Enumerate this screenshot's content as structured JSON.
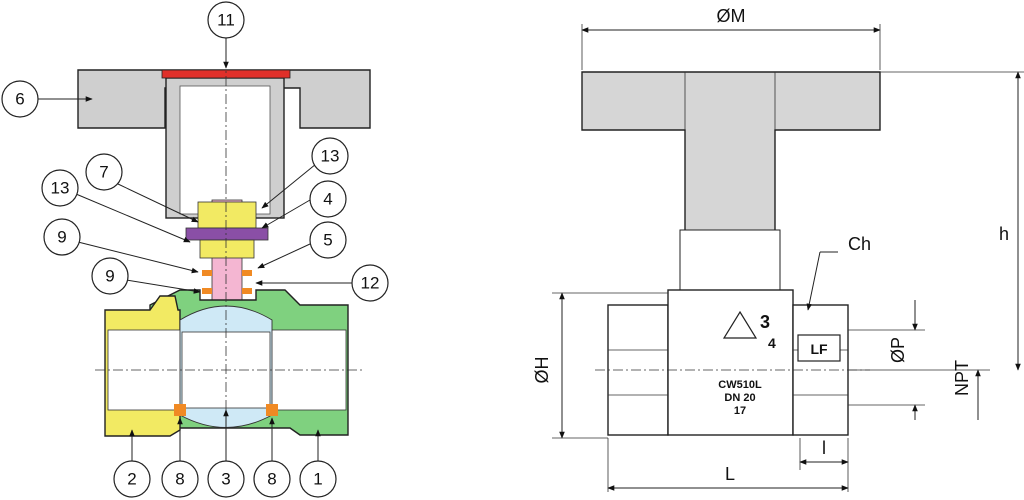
{
  "callouts": [
    "11",
    "6",
    "7",
    "13",
    "13",
    "4",
    "9",
    "5",
    "9",
    "12",
    "2",
    "8",
    "3",
    "8",
    "1"
  ],
  "dimensions": {
    "diameter_m": "ØM",
    "height_h": "h",
    "chamfer": "Ch",
    "diameter_h": "ØH",
    "diameter_p": "ØP",
    "npt": "NPT",
    "length_l": "L",
    "thread_l": "l"
  },
  "body_markings": {
    "size_whole": "3",
    "size_frac": "4",
    "lead_free": "LF",
    "material": "CW510L",
    "dn": "DN 20",
    "year": "17"
  },
  "colors": {
    "handle_gray": "#cfcfcf",
    "body_green": "#7fd17f",
    "nut_yellow": "#f2ea63",
    "ball_blue": "#cfe9f6",
    "stem_pink": "#f4b6d2",
    "packing_purple": "#8a4fa6",
    "seat_orange": "#f08a24",
    "cap_red": "#e0302a"
  }
}
